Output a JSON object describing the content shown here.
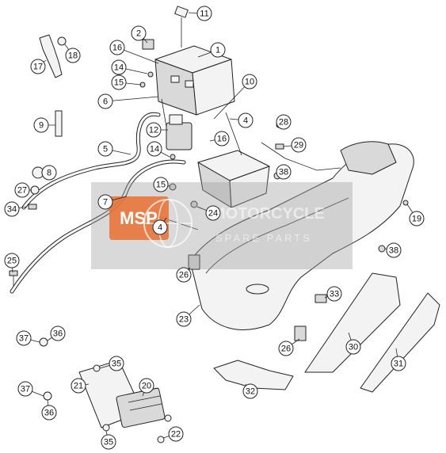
{
  "diagram": {
    "labels": [
      "1",
      "2",
      "4",
      "4",
      "5",
      "6",
      "7",
      "8",
      "9",
      "10",
      "11",
      "12",
      "14",
      "14",
      "15",
      "15",
      "16",
      "16",
      "17",
      "18",
      "19",
      "20",
      "21",
      "22",
      "23",
      "24",
      "25",
      "26",
      "26",
      "27",
      "28",
      "29",
      "30",
      "31",
      "32",
      "33",
      "34",
      "35",
      "35",
      "36",
      "36",
      "37",
      "37",
      "38",
      "38"
    ]
  },
  "watermark": {
    "logo_text": "MSP",
    "line1": "MOTORCYCLE",
    "line2": "SPARE PARTS"
  },
  "colors": {
    "watermark_orange": "#e8743b",
    "watermark_band": "#9a9a9a",
    "line": "#222222"
  }
}
